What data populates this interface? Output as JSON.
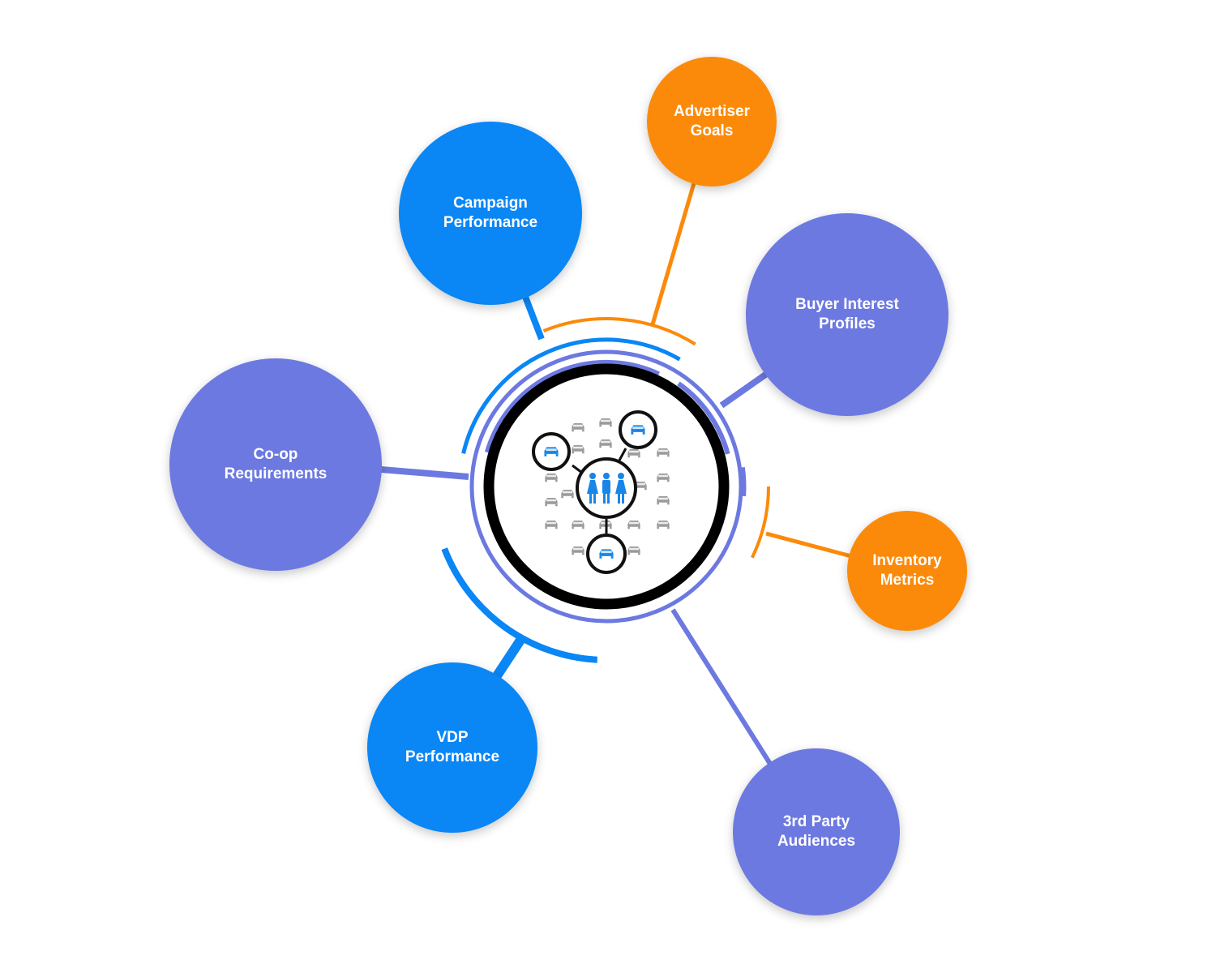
{
  "colors": {
    "blue": "#0a86f5",
    "purple": "#6c79e0",
    "orange": "#fb8a0a",
    "center_ring": "#000000",
    "car_grey": "#9a9a9a",
    "people_blue": "#1786e6"
  },
  "center": {
    "icon": "audience-network-icon",
    "sub_icons": [
      "car-icon",
      "car-icon",
      "car-icon",
      "people-group-icon"
    ]
  },
  "nodes": [
    {
      "id": "advertiser-goals",
      "lines": [
        "Advertiser",
        "Goals"
      ],
      "color": "orange"
    },
    {
      "id": "campaign-performance",
      "lines": [
        "Campaign",
        "Performance"
      ],
      "color": "blue"
    },
    {
      "id": "buyer-interest-profiles",
      "lines": [
        "Buyer Interest",
        "Profiles"
      ],
      "color": "purple"
    },
    {
      "id": "co-op-requirements",
      "lines": [
        "Co-op",
        "Requirements"
      ],
      "color": "purple"
    },
    {
      "id": "inventory-metrics",
      "lines": [
        "Inventory",
        "Metrics"
      ],
      "color": "orange"
    },
    {
      "id": "vdp-performance",
      "lines": [
        "VDP",
        "Performance"
      ],
      "color": "blue"
    },
    {
      "id": "3rd-party-audiences",
      "lines": [
        "3rd Party",
        "Audiences"
      ],
      "color": "purple"
    }
  ]
}
